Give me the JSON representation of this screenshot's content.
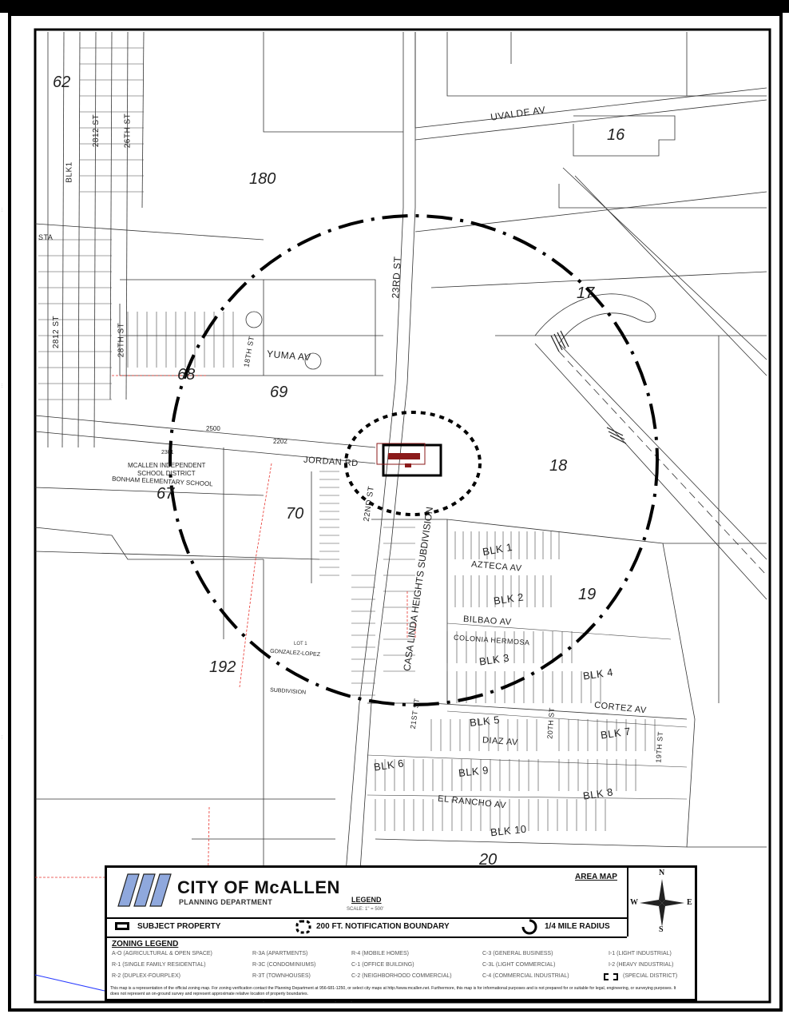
{
  "parcels": [
    "62",
    "180",
    "16",
    "17",
    "18",
    "19",
    "68",
    "69",
    "67",
    "70",
    "192",
    "20"
  ],
  "streets": {
    "uvalde": "UVALDE AV",
    "st23": "23RD ST",
    "st22": "22ND ST",
    "yuma": "YUMA AV",
    "jordan": "JORDAN RD",
    "azteca": "AZTECA AV",
    "bilbao": "BILBAO AV",
    "colonia": "COLONIA HERMOSA",
    "cortez": "CORTEZ AV",
    "diaz": "DIAZ AV",
    "elrancho": "EL RANCHO AV",
    "sta": "STA",
    "blk1": "BLK1",
    "st2812": "2812 ST",
    "st26": "26TH ST",
    "st2812b": "2812 ST",
    "st28": "28TH ST",
    "st21": "21ST ST",
    "st20": "20TH ST",
    "st19": "19TH ST",
    "st18": "18TH ST"
  },
  "blocks": [
    "BLK 1",
    "BLK 2",
    "BLK 3",
    "BLK 4",
    "BLK 5",
    "BLK 6",
    "BLK 7",
    "BLK 8",
    "BLK 9",
    "BLK 10"
  ],
  "subdivisions": {
    "school1": "MCALLEN INDEPENDENT",
    "school2": "SCHOOL DISTRICT",
    "school3": "BONHAM ELEMENTARY SCHOOL",
    "casa": "CASA LINDA HEIGHTS SUBDIVISION",
    "gonzalez": "GONZALEZ-LOPEZ",
    "subdivision": "SUBDIVISION",
    "lot": "LOT 1",
    "addr2500": "2500",
    "addr2202": "2202",
    "bl2301": "2301"
  },
  "legend": {
    "city": "CITY OF McALLEN",
    "department": "PLANNING DEPARTMENT",
    "title": "LEGEND",
    "scale": "SCALE: 1\" = 500'",
    "area_map": "AREA MAP",
    "subject": "SUBJECT PROPERTY",
    "notification": "200 FT. NOTIFICATION BOUNDARY",
    "radius": "1/4 MILE RADIUS",
    "zoning_title": "ZONING LEGEND",
    "zoning": [
      "A-O  (AGRICULTURAL & OPEN SPACE)",
      "R-1  (SINGLE FAMILY RESIDENTIAL)",
      "R-2  (DUPLEX-FOURPLEX)",
      "R-3A  (APARTMENTS)",
      "R-3C  (CONDOMINIUMS)",
      "R-3T  (TOWNHOUSES)",
      "R-4  (MOBILE HOMES)",
      "C-1  (OFFICE BUILDING)",
      "C-2  (NEIGHBORHOOD COMMERCIAL)",
      "C-3  (GENERAL BUSINESS)",
      "C-3L  (LIGHT COMMERCIAL)",
      "C-4  (COMMERCIAL INDUSTRIAL)",
      "I-1  (LIGHT INDUSTRIAL)",
      "I-2  (HEAVY INDUSTRIAL)",
      "(SPECIAL DISTRICT)"
    ],
    "disclaimer": "This map is a representation of the official zoning map. For zoning verification contact the Planning Department at 956-681-1250, or select city maps at http://www.mcallen.net. Furthermore, this map is for informational purposes and is not prepared for or suitable for legal, engineering, or surveying purposes. It does not represent an on-ground survey and represent approximate relative location of property boundaries."
  },
  "compass": {
    "n": "N",
    "s": "S",
    "e": "E",
    "w": "W"
  },
  "colors": {
    "subject": "#8b1a1a",
    "zoning_line": "#e8332d",
    "frame": "#000000",
    "blue_line": "#2a3cff"
  }
}
